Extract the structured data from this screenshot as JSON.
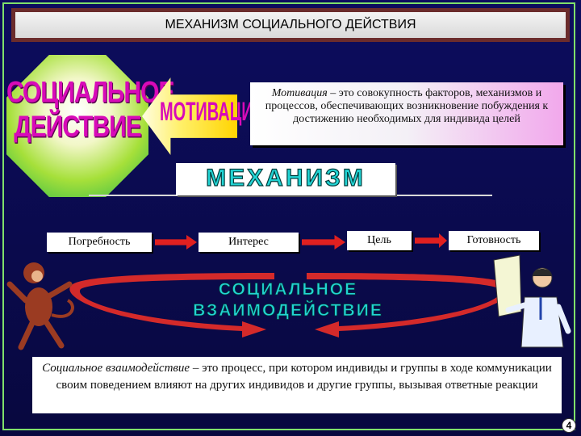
{
  "title": "МЕХАНИЗМ СОЦИАЛЬНОГО ДЕЙСТВИЯ",
  "octagon": {
    "line1": "СОЦИАЛЬНОЕ",
    "line2": "ДЕЙСТВИЕ"
  },
  "motivation_arrow": "МОТИВАЦИЯ",
  "definition": {
    "term": "Мотивация",
    "text": " – это совокупность факторов, механизмов и процессов, обеспечивающих возникновение побуждения к достижению необходимых для индивида целей"
  },
  "mechanism_label": "МЕХАНИЗМ",
  "steps": [
    "Погребность",
    "Интерес",
    "Цель",
    "Готовность"
  ],
  "interaction_label": {
    "line1": "СОЦИАЛЬНОЕ",
    "line2": "ВЗАИМОДЕЙСТВИЕ"
  },
  "bottom_definition": {
    "term": "Социальное взаимодействие",
    "text": " – это процесс, при котором индивиды и группы в ходе коммуникации своим поведением влияют на других индивидов и другие группы, вызывая ответные реакции"
  },
  "page_number": "4",
  "colors": {
    "background": "#0b0b52",
    "frame": "#7fe06a",
    "title_bar": "#6b2c2c",
    "magenta": "#d80ab8",
    "cyan": "#22d4d4",
    "arrow_red": "#e02020"
  }
}
